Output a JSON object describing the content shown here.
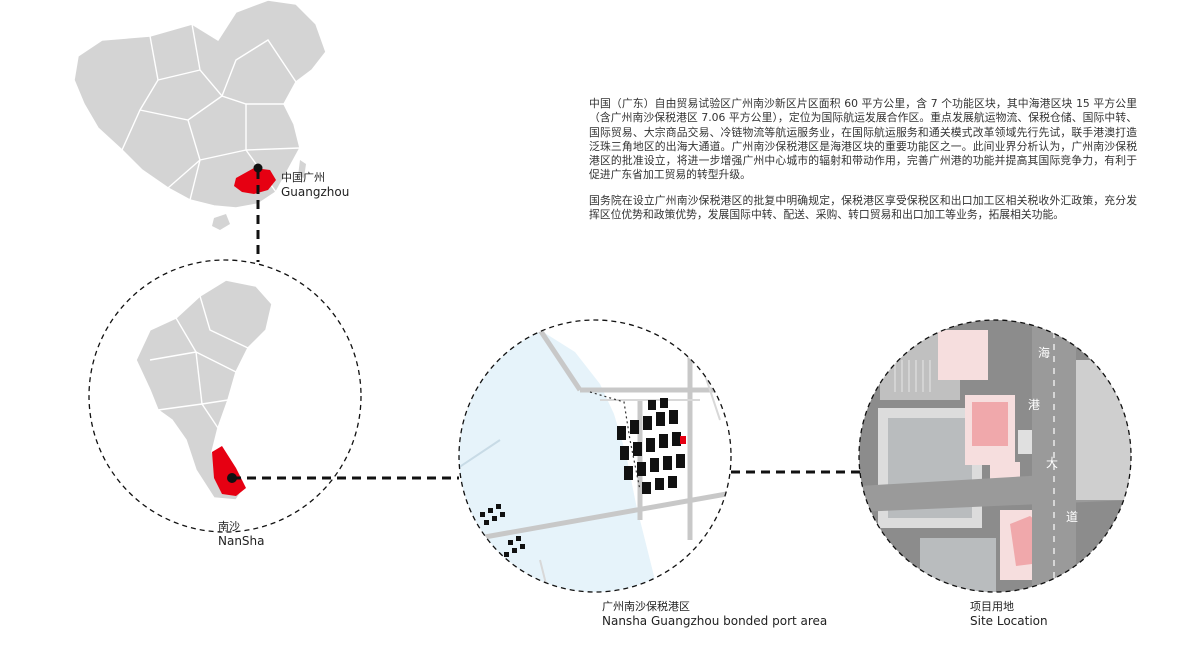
{
  "labels": {
    "guangzhou_cn": "中国广州",
    "guangzhou_en": "Guangzhou",
    "nansha_cn": "南沙",
    "nansha_en": "NanSha",
    "port_cn": "广州南沙保税港区",
    "port_en": "Nansha Guangzhou bonded port area",
    "site_cn": "项目用地",
    "site_en": "Site Location",
    "road_chars": [
      "海",
      "港",
      "大",
      "道"
    ]
  },
  "description": {
    "paragraph_1": "中国（广东）自由贸易试验区广州南沙新区片区面积 60 平方公里，含 7 个功能区块，其中海港区块 15 平方公里（含广州南沙保税港区 7.06 平方公里），定位为国际航运发展合作区。重点发展航运物流、保税仓储、国际中转、国际贸易、大宗商品交易、冷链物流等航运服务业，在国际航运服务和通关模式改革领域先行先试，联手港澳打造泛珠三角地区的出海大通道。广州南沙保税港区是海港区块的重要功能区之一。此间业界分析认为，广州南沙保税港区的批准设立，将进一步增强广州中心城市的辐射和带动作用，完善广州港的功能并提高其国际竞争力，有利于促进广东省加工贸易的转型升级。",
    "paragraph_2": "国务院在设立广州南沙保税港区的批复中明确规定，保税港区享受保税区和出口加工区相关税收外汇政策，充分发挥区位优势和政策优势，发展国际中转、配送、采购、转口贸易和出口加工等业务，拓展相关功能。"
  },
  "colors": {
    "region_gray": "#d4d4d4",
    "highlight_red": "#e60012",
    "water": "#e6f3fa",
    "road": "#c8c8c8",
    "block_black": "#111111",
    "pink": "#f0a8ab",
    "light_pink": "#f6dede"
  }
}
